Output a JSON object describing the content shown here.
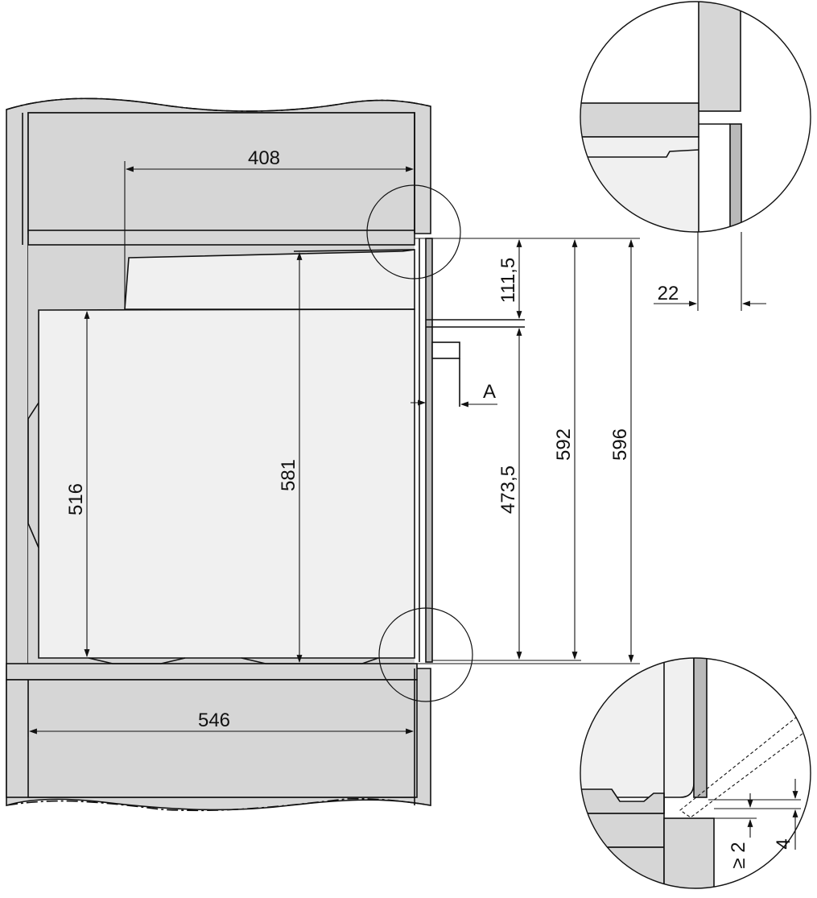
{
  "dimensions": {
    "d408": "408",
    "d546": "546",
    "d516": "516",
    "d581": "581",
    "d111_5": "111,5",
    "d473_5": "473,5",
    "d592": "592",
    "d596": "596",
    "d22": "22",
    "d2": "≥ 2",
    "d4": "4"
  },
  "labels": {
    "marker_a": "A"
  },
  "colors": {
    "cabinet": "#d6d6d6",
    "oven_body": "#f0f0f0",
    "door_panel": "#b9b9b9",
    "line": "#111111"
  }
}
